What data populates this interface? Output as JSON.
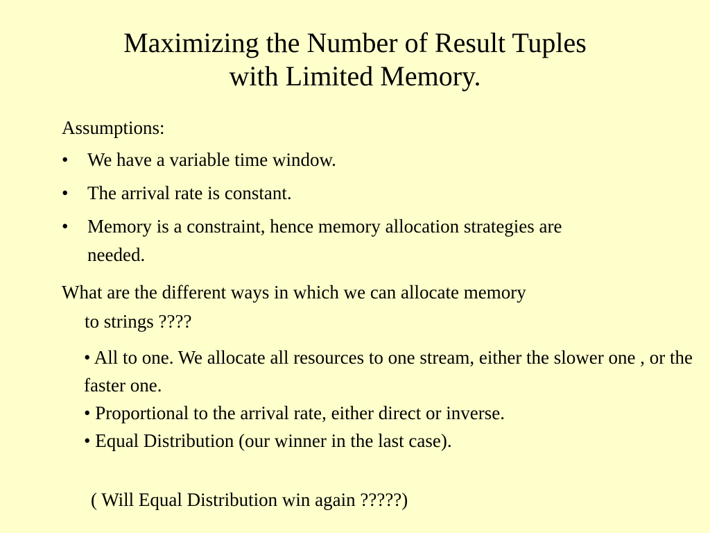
{
  "slide": {
    "title_line1": "Maximizing the Number of Result Tuples",
    "title_line2": "with Limited Memory.",
    "assumptions_heading": "Assumptions:",
    "bullet_symbol": "•",
    "assumptions": [
      {
        "text": "We have a variable time window."
      },
      {
        "text": "The arrival rate is constant."
      },
      {
        "text": "Memory is a constraint, hence memory allocation strategies are needed."
      }
    ],
    "question_line1": "What are the different ways in which we can allocate memory",
    "question_line2": "to strings ????",
    "strategies": [
      {
        "text": "• All to one. We allocate all resources to one stream, either the slower one , or the faster one."
      },
      {
        "text": "• Proportional to the arrival rate, either direct or inverse."
      },
      {
        "text": "• Equal Distribution (our winner in the last case)."
      }
    ],
    "closing_question": "( Will Equal Distribution win again ?????)"
  },
  "colors": {
    "background": "#ffffcc",
    "text": "#000000"
  }
}
